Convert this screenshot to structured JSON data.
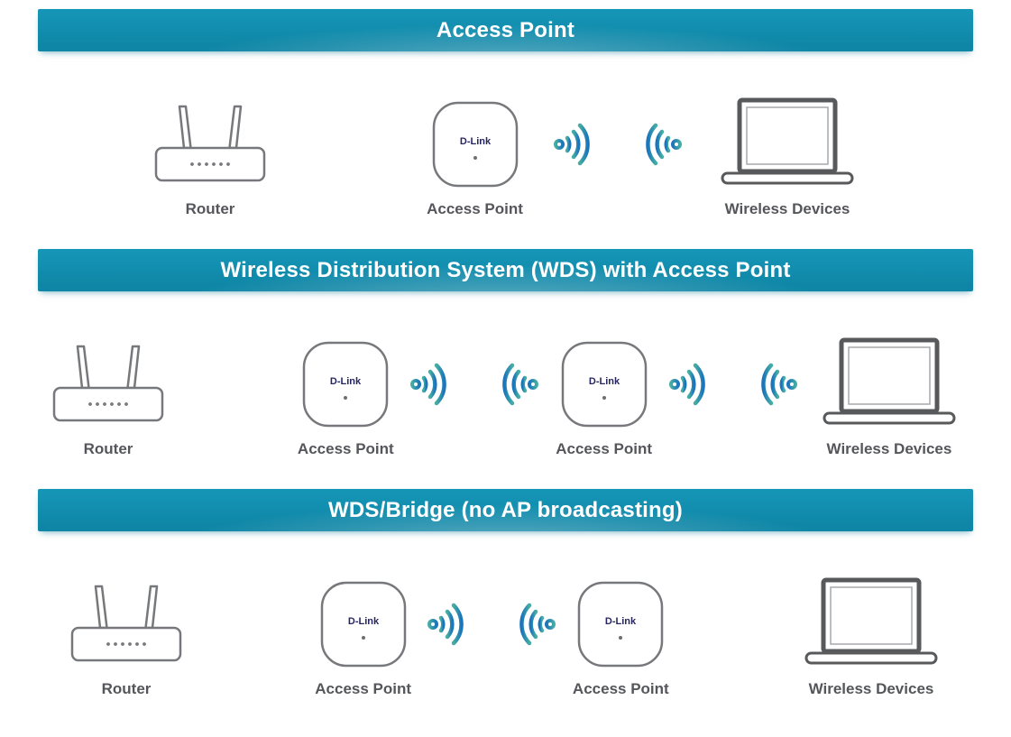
{
  "brand": "D-Link",
  "colors": {
    "banner": "#0f86a6",
    "banner_light": "#1697b8",
    "banner_text": "#ffffff",
    "device_outline": "#77787b",
    "label_text": "#55565b",
    "dash_green": "#3aaa35",
    "dash_green_light": "#8dc63f",
    "wifi_teal": "#45ada2",
    "wifi_blue": "#1b75bc",
    "brand_text": "#26265e"
  },
  "sections": [
    {
      "title": "Access Point",
      "items": [
        {
          "type": "router",
          "label": "Router"
        },
        {
          "type": "dash"
        },
        {
          "type": "ap",
          "label": "Access Point"
        },
        {
          "type": "wifi-pair"
        },
        {
          "type": "laptop",
          "label": "Wireless Devices"
        }
      ]
    },
    {
      "title": "Wireless Distribution System (WDS) with Access Point",
      "items": [
        {
          "type": "router",
          "label": "Router"
        },
        {
          "type": "dash"
        },
        {
          "type": "ap",
          "label": "Access Point"
        },
        {
          "type": "wifi-pair"
        },
        {
          "type": "ap",
          "label": "Access Point"
        },
        {
          "type": "wifi-pair"
        },
        {
          "type": "laptop",
          "label": "Wireless Devices"
        }
      ]
    },
    {
      "title": "WDS/Bridge (no AP broadcasting)",
      "items": [
        {
          "type": "router",
          "label": "Router"
        },
        {
          "type": "dash"
        },
        {
          "type": "ap",
          "label": "Access Point"
        },
        {
          "type": "wifi-pair"
        },
        {
          "type": "ap",
          "label": "Access Point"
        },
        {
          "type": "dash-light"
        },
        {
          "type": "laptop",
          "label": "Wireless Devices"
        }
      ]
    }
  ]
}
